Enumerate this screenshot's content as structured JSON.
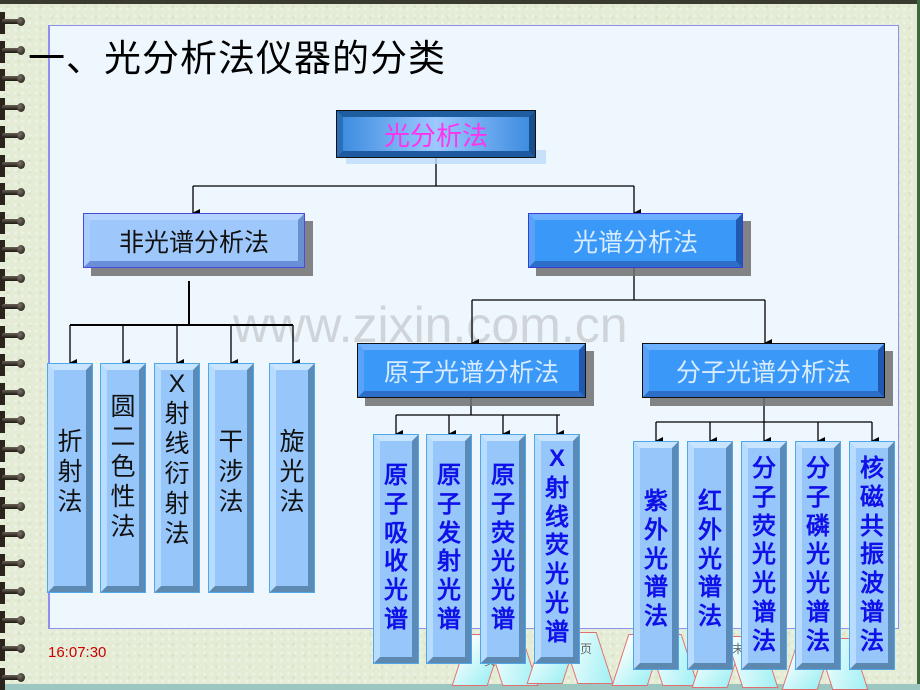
{
  "slide": {
    "title": "一、光分析法仪器的分类",
    "timestamp": "16:07:30",
    "watermark": "www.zixin.com.cn",
    "colors": {
      "root_text": "#ff33ee",
      "level1_left_face": "#9ec8fb",
      "level1_right_face": "#3a98f8",
      "leaf_text_atomic_molecular": "#1010e8",
      "timestamp": "#cc0000"
    }
  },
  "tree": {
    "root": "光分析法",
    "non_spectral": {
      "label": "非光谱分析法",
      "children": [
        [
          "折",
          "射",
          "法"
        ],
        [
          "圆",
          "二",
          "色",
          "性",
          "法"
        ],
        [
          "X",
          "射",
          "线",
          "衍",
          "射",
          "法"
        ],
        [
          "干",
          "涉",
          "法"
        ],
        [
          "旋",
          "光",
          "法"
        ]
      ]
    },
    "spectral": {
      "label": "光谱分析法",
      "atomic": {
        "label": "原子光谱分析法",
        "children": [
          [
            "原",
            "子",
            "吸",
            "收",
            "光",
            "谱"
          ],
          [
            "原",
            "子",
            "发",
            "射",
            "光",
            "谱"
          ],
          [
            "原",
            "子",
            "荧",
            "光",
            "光",
            "谱"
          ],
          [
            "X",
            "射",
            "线",
            "荧",
            "光",
            "光",
            "谱"
          ]
        ]
      },
      "molecular": {
        "label": "分子光谱分析法",
        "children": [
          [
            "紫",
            "外",
            "光",
            "谱",
            "法"
          ],
          [
            "红",
            "外",
            "光",
            "谱",
            "法"
          ],
          [
            "分",
            "子",
            "荧",
            "光",
            "光",
            "谱",
            "法"
          ],
          [
            "分",
            "子",
            "磷",
            "光",
            "光",
            "谱",
            "法"
          ],
          [
            "核",
            "磁",
            "共",
            "振",
            "波",
            "谱",
            "法"
          ]
        ]
      }
    }
  },
  "decor": {
    "book_page_labels": [
      "页",
      "页",
      "末"
    ]
  }
}
